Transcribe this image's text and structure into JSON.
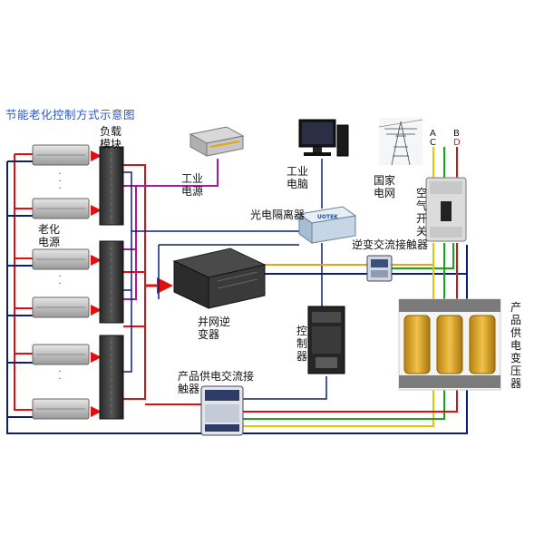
{
  "title": "节能老化控制方式示意图",
  "labels": {
    "load_module": "负载模块",
    "aging_power": "老化电源",
    "industrial_power": "工业电源",
    "industrial_pc": "工业电脑",
    "national_grid": "国家电网",
    "optical_isolator": "光电隔离器",
    "inverter_contactor": "逆变交流接触器",
    "air_switch": "空气开关",
    "grid_inverter": "并网逆变器",
    "controller": "控制器",
    "product_contactor": "产品供电交流接触器",
    "product_transformer": "产品供电变压器"
  },
  "phases": [
    "A",
    "C",
    "B",
    "D"
  ],
  "device_brand": "UOTEK",
  "colors": {
    "title": "#2a55c8",
    "red_line": "#e01010",
    "navy_line": "#0c1f78",
    "purple_line": "#b0179e",
    "orange_line": "#f2a10a",
    "green_line": "#14a814",
    "yellow_line": "#e8c400"
  }
}
